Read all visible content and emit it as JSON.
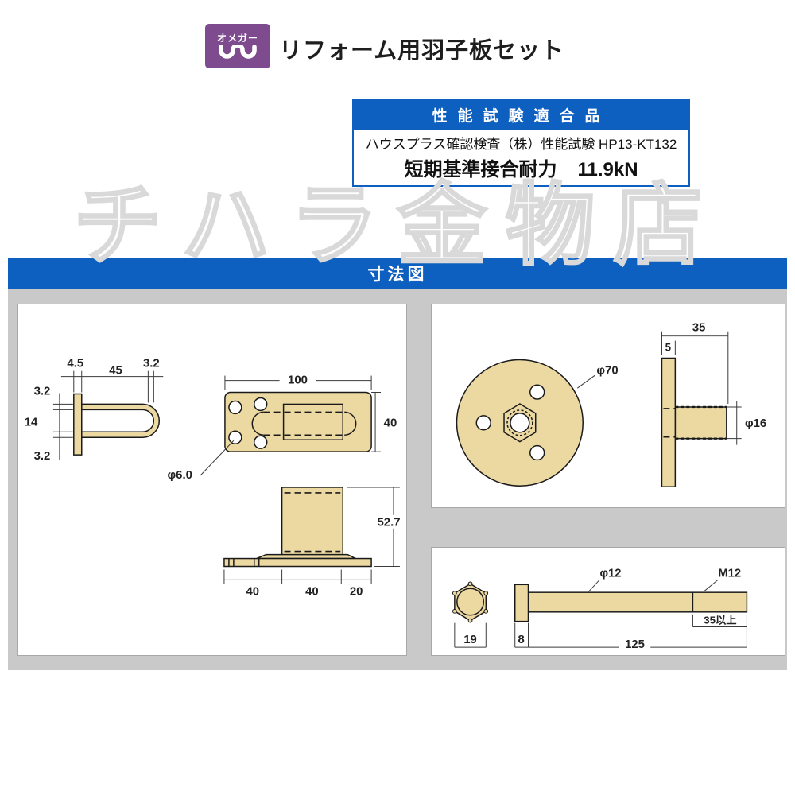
{
  "header": {
    "logo_text": "オメガー",
    "title": "リフォーム用羽子板セット"
  },
  "certification": {
    "heading": "性能試験適合品",
    "agency_line": "ハウスプラス確認検査（株）性能試験 HP13-KT132",
    "strength_label": "短期基準接合耐力",
    "strength_value": "11.9kN"
  },
  "watermark_text": "チハラ金物店",
  "section_title": "寸法図",
  "colors": {
    "accent_blue": "#0d5fc0",
    "logo_purple": "#7d4b8e",
    "part_fill": "#ecd9a2",
    "diagram_bg": "#c9c9c9"
  },
  "dims": {
    "side": {
      "a": "4.5",
      "b": "45",
      "c": "3.2",
      "d": "3.2",
      "e": "14",
      "f": "3.2"
    },
    "top": {
      "w": "100",
      "h": "40",
      "hole": "φ6.0"
    },
    "front": {
      "h": "52.7",
      "b1": "40",
      "b2": "40",
      "b3": "20"
    },
    "washer": {
      "dia": "φ70",
      "w": "35",
      "t": "5",
      "shaft": "φ16"
    },
    "bolt": {
      "flats": "19",
      "head": "8",
      "len": "125",
      "dia": "φ12",
      "thread": "M12",
      "tlen": "35以上"
    }
  }
}
